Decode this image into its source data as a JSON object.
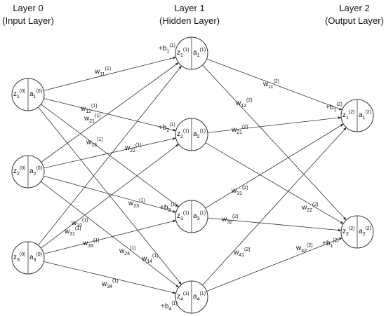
{
  "headers": [
    {
      "title": "Layer 0",
      "subtitle": "(Input Layer)"
    },
    {
      "title": "Layer 1",
      "subtitle": "(Hidden Layer)"
    },
    {
      "title": "Layer 2",
      "subtitle": "(Output Layer)"
    }
  ],
  "layers": [
    {
      "layer": 0,
      "nodes": [
        {
          "id": "L0N1",
          "z": "z",
          "z_sub": "1",
          "z_sup": "(0)",
          "a": "a",
          "a_sub": "1",
          "a_sup": "(0)"
        },
        {
          "id": "L0N2",
          "z": "z",
          "z_sub": "2",
          "z_sup": "(0)",
          "a": "a",
          "a_sub": "2",
          "a_sup": "(0)"
        },
        {
          "id": "L0N3",
          "z": "z",
          "z_sub": "3",
          "z_sup": "(0)",
          "a": "a",
          "a_sub": "3",
          "a_sup": "(0)"
        }
      ]
    },
    {
      "layer": 1,
      "nodes": [
        {
          "id": "L1N1",
          "z": "z",
          "z_sub": "1",
          "z_sup": "(1)",
          "a": "a",
          "a_sub": "1",
          "a_sup": "(1)",
          "bias": "+b",
          "bias_sub": "1",
          "bias_sup": "(1)"
        },
        {
          "id": "L1N2",
          "z": "z",
          "z_sub": "2",
          "z_sup": "(1)",
          "a": "a",
          "a_sub": "2",
          "a_sup": "(1)",
          "bias": "+b",
          "bias_sub": "2",
          "bias_sup": "(1)"
        },
        {
          "id": "L1N3",
          "z": "z",
          "z_sub": "3",
          "z_sup": "(1)",
          "a": "a",
          "a_sub": "3",
          "a_sup": "(1)",
          "bias": "+b",
          "bias_sub": "3",
          "bias_sup": "(1)"
        },
        {
          "id": "L1N4",
          "z": "z",
          "z_sub": "4",
          "z_sup": "(1)",
          "a": "a",
          "a_sub": "4",
          "a_sup": "(1)",
          "bias": "+b",
          "bias_sub": "4",
          "bias_sup": "(1)"
        }
      ]
    },
    {
      "layer": 2,
      "nodes": [
        {
          "id": "L2N1",
          "z": "z",
          "z_sub": "1",
          "z_sup": "(2)",
          "a": "a",
          "a_sub": "1",
          "a_sup": "(2)",
          "bias": "+b",
          "bias_sub": "1",
          "bias_sup": "(2)"
        },
        {
          "id": "L2N2",
          "z": "z",
          "z_sub": "2",
          "z_sup": "(2)",
          "a": "a",
          "a_sub": "2",
          "a_sup": "(2)",
          "bias": "+b",
          "bias_sub": "1",
          "bias_sup": "(2)"
        }
      ]
    }
  ],
  "edges": [
    {
      "from": "L0N1",
      "to": "L1N1",
      "w": "w",
      "w_sub": "11",
      "w_sup": "(1)"
    },
    {
      "from": "L0N1",
      "to": "L1N2",
      "w": "w",
      "w_sub": "12",
      "w_sup": "(1)"
    },
    {
      "from": "L0N1",
      "to": "L1N3",
      "w": "w",
      "w_sub": "13",
      "w_sup": "(1)"
    },
    {
      "from": "L0N1",
      "to": "L1N4",
      "w": "w",
      "w_sub": "14",
      "w_sup": "(1)"
    },
    {
      "from": "L0N2",
      "to": "L1N1",
      "w": "w",
      "w_sub": "21",
      "w_sup": "(1)"
    },
    {
      "from": "L0N2",
      "to": "L1N2",
      "w": "w",
      "w_sub": "22",
      "w_sup": "(1)"
    },
    {
      "from": "L0N2",
      "to": "L1N3",
      "w": "w",
      "w_sub": "23",
      "w_sup": "(1)"
    },
    {
      "from": "L0N2",
      "to": "L1N4",
      "w": "w",
      "w_sub": "24",
      "w_sup": "(1)"
    },
    {
      "from": "L0N3",
      "to": "L1N1",
      "w": "w",
      "w_sub": "31",
      "w_sup": "(1)"
    },
    {
      "from": "L0N3",
      "to": "L1N2",
      "w": "w",
      "w_sub": "32",
      "w_sup": "(1)"
    },
    {
      "from": "L0N3",
      "to": "L1N3",
      "w": "w",
      "w_sub": "33",
      "w_sup": "(1)"
    },
    {
      "from": "L0N3",
      "to": "L1N4",
      "w": "w",
      "w_sub": "34",
      "w_sup": "(1)"
    },
    {
      "from": "L1N1",
      "to": "L2N1",
      "w": "w",
      "w_sub": "11",
      "w_sup": "(2)"
    },
    {
      "from": "L1N1",
      "to": "L2N2",
      "w": "w",
      "w_sub": "12",
      "w_sup": "(2)"
    },
    {
      "from": "L1N2",
      "to": "L2N1",
      "w": "w",
      "w_sub": "21",
      "w_sup": "(2)"
    },
    {
      "from": "L1N2",
      "to": "L2N2",
      "w": "w",
      "w_sub": "22",
      "w_sup": "(2)"
    },
    {
      "from": "L1N3",
      "to": "L2N1",
      "w": "w",
      "w_sub": "31",
      "w_sup": "(2)"
    },
    {
      "from": "L1N3",
      "to": "L2N2",
      "w": "w",
      "w_sub": "32",
      "w_sup": "(2)"
    },
    {
      "from": "L1N4",
      "to": "L2N1",
      "w": "w",
      "w_sub": "41",
      "w_sup": "(2)"
    },
    {
      "from": "L1N4",
      "to": "L2N2",
      "w": "w",
      "w_sub": "42",
      "w_sup": "(2)"
    }
  ],
  "colors": {
    "line": "#333333",
    "text": "#111111",
    "node_fill": "#ffffff"
  }
}
